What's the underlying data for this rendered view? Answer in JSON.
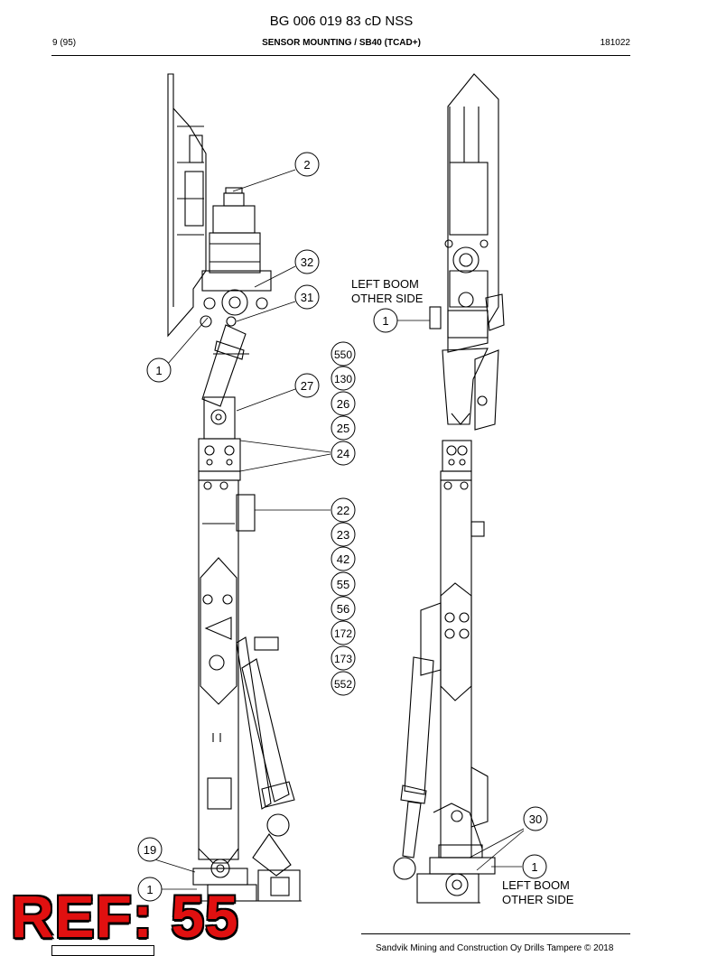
{
  "header": {
    "doc_title": "BG 006 019 83 cD NSS",
    "page": "9 (95)",
    "section": "SENSOR MOUNTING / SB40 (TCAD+)",
    "date": "181022"
  },
  "notes": {
    "upper": [
      "LEFT BOOM",
      "OTHER SIDE"
    ],
    "lower": [
      "LEFT BOOM",
      "OTHER SIDE"
    ]
  },
  "callouts": {
    "c2": "2",
    "c32": "32",
    "c31": "31",
    "c1a": "1",
    "c1b": "1",
    "c27": "27",
    "c24": "24",
    "c22": "22",
    "c19": "19",
    "c1c": "1",
    "c30": "30",
    "c1d": "1"
  },
  "parts_column": [
    "550",
    "130",
    "26",
    "25",
    "23",
    "42",
    "55",
    "56",
    "172",
    "173",
    "552"
  ],
  "ref_label": "REF: 55",
  "footer": {
    "copyright": "Sandvik Mining and Construction Oy Drills Tampere © 2018"
  }
}
